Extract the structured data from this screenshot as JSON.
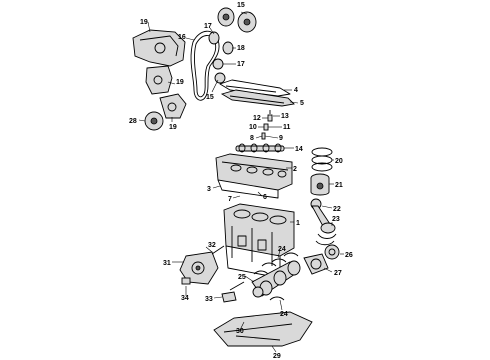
{
  "diagram": {
    "callouts": [
      {
        "id": "c15a",
        "label": "15"
      },
      {
        "id": "c19a",
        "label": "19"
      },
      {
        "id": "c16",
        "label": "16"
      },
      {
        "id": "c17a",
        "label": "17"
      },
      {
        "id": "c18",
        "label": "18"
      },
      {
        "id": "c17b",
        "label": "17"
      },
      {
        "id": "c19b",
        "label": "19"
      },
      {
        "id": "c15b",
        "label": "15"
      },
      {
        "id": "c4",
        "label": "4"
      },
      {
        "id": "c5",
        "label": "5"
      },
      {
        "id": "c28",
        "label": "28"
      },
      {
        "id": "c19c",
        "label": "19"
      },
      {
        "id": "c12",
        "label": "12"
      },
      {
        "id": "c13",
        "label": "13"
      },
      {
        "id": "c10",
        "label": "10"
      },
      {
        "id": "c11",
        "label": "11"
      },
      {
        "id": "c8",
        "label": "8"
      },
      {
        "id": "c9",
        "label": "9"
      },
      {
        "id": "c14",
        "label": "14"
      },
      {
        "id": "c20",
        "label": "20"
      },
      {
        "id": "c2",
        "label": "2"
      },
      {
        "id": "c21",
        "label": "21"
      },
      {
        "id": "c3",
        "label": "3"
      },
      {
        "id": "c6",
        "label": "6"
      },
      {
        "id": "c7",
        "label": "7"
      },
      {
        "id": "c22",
        "label": "22"
      },
      {
        "id": "c1",
        "label": "1"
      },
      {
        "id": "c23",
        "label": "23"
      },
      {
        "id": "c32",
        "label": "32"
      },
      {
        "id": "c24a",
        "label": "24"
      },
      {
        "id": "c26",
        "label": "26"
      },
      {
        "id": "c31",
        "label": "31"
      },
      {
        "id": "c27",
        "label": "27"
      },
      {
        "id": "c25",
        "label": "25"
      },
      {
        "id": "c34",
        "label": "34"
      },
      {
        "id": "c33",
        "label": "33"
      },
      {
        "id": "c24b",
        "label": "24"
      },
      {
        "id": "c30",
        "label": "30"
      },
      {
        "id": "c29",
        "label": "29"
      }
    ]
  }
}
